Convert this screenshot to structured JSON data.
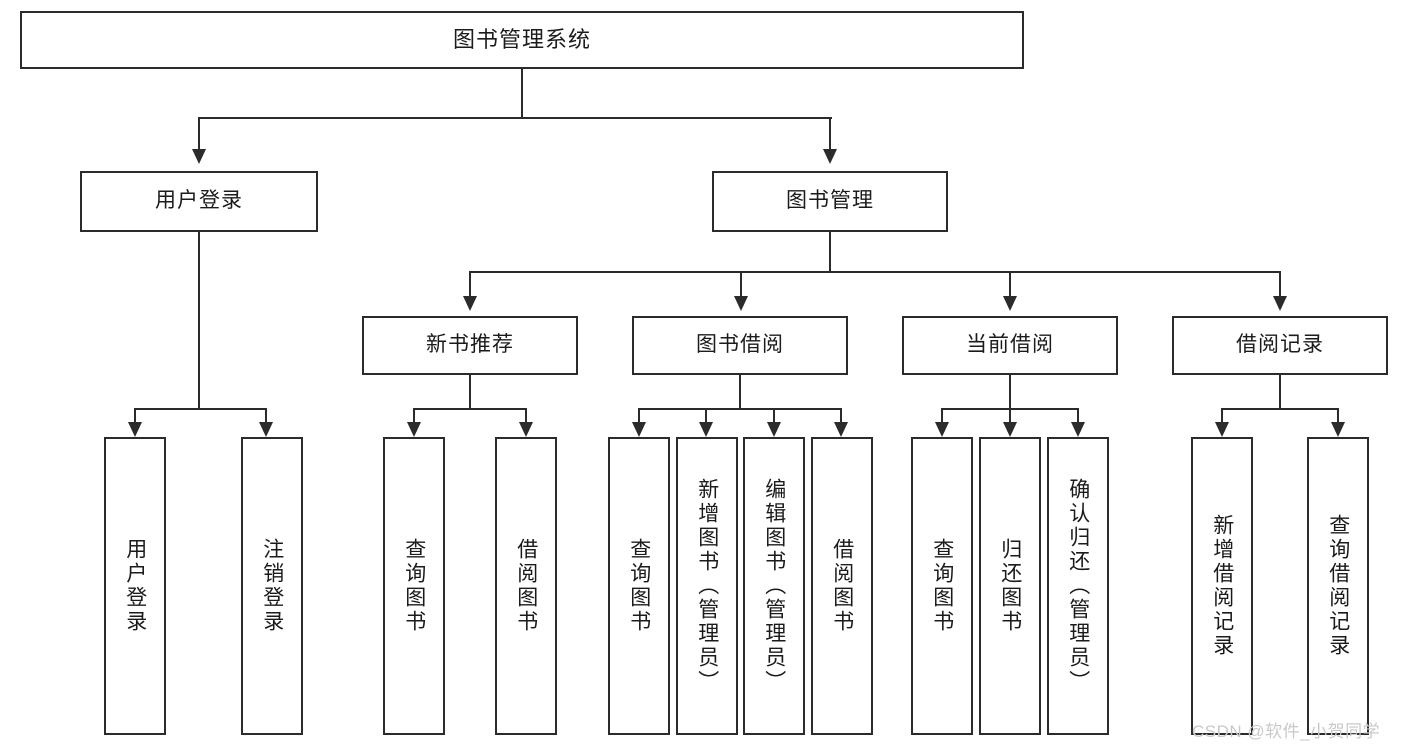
{
  "diagram": {
    "title": "图书管理系统",
    "type": "hierarchy-tree",
    "root": {
      "label": "图书管理系统"
    },
    "level2": [
      {
        "label": "用户登录"
      },
      {
        "label": "图书管理"
      }
    ],
    "level3": [
      {
        "label": "新书推荐"
      },
      {
        "label": "图书借阅"
      },
      {
        "label": "当前借阅"
      },
      {
        "label": "借阅记录"
      }
    ],
    "leaves": {
      "user_login": [
        {
          "label": "用户登录"
        },
        {
          "label": "注销登录"
        }
      ],
      "new_book_recommend": [
        {
          "label": "查询图书"
        },
        {
          "label": "借阅图书"
        }
      ],
      "book_borrow": [
        {
          "label": "查询图书"
        },
        {
          "label": "新增图书（管理员）"
        },
        {
          "label": "编辑图书（管理员）"
        },
        {
          "label": "借阅图书"
        }
      ],
      "current_borrow": [
        {
          "label": "查询图书"
        },
        {
          "label": "归还图书"
        },
        {
          "label": "确认归还（管理员）"
        }
      ],
      "borrow_record": [
        {
          "label": "新增借阅记录"
        },
        {
          "label": "查询借阅记录"
        }
      ]
    }
  },
  "watermark": {
    "text": "CSDN @软件_小贺同学"
  },
  "colors": {
    "border": "#2b2b2b",
    "background": "#ffffff",
    "text": "#1b1b1b",
    "watermark": "#c9c9c9"
  }
}
